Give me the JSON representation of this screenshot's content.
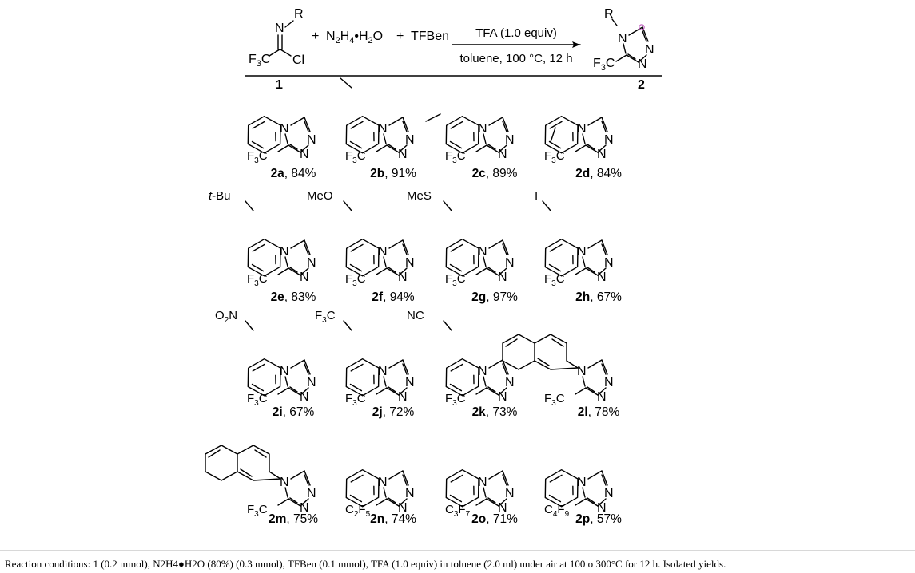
{
  "equation": {
    "reagent_name": "TFBen",
    "conditions_above": "TFA (1.0 equiv)",
    "conditions_below": "toluene, 100 °C, 12 h",
    "start_label": "1",
    "product_label": "2"
  },
  "compounds": [
    {
      "id": "2a",
      "yield": "84%"
    },
    {
      "id": "2b",
      "yield": "91%"
    },
    {
      "id": "2c",
      "yield": "89%"
    },
    {
      "id": "2d",
      "yield": "84%"
    },
    {
      "id": "2e",
      "yield": "83%"
    },
    {
      "id": "2f",
      "yield": "94%"
    },
    {
      "id": "2g",
      "yield": "97%"
    },
    {
      "id": "2h",
      "yield": "67%"
    },
    {
      "id": "2i",
      "yield": "67%"
    },
    {
      "id": "2j",
      "yield": "72%"
    },
    {
      "id": "2k",
      "yield": "73%"
    },
    {
      "id": "2l",
      "yield": "78%"
    },
    {
      "id": "2m",
      "yield": "75%"
    },
    {
      "id": "2n",
      "yield": "74%"
    },
    {
      "id": "2o",
      "yield": "71%"
    },
    {
      "id": "2p",
      "yield": "57%"
    }
  ],
  "substituents": {
    "2e": "t-Bu",
    "2f": "MeO",
    "2g": "MeS",
    "2h": "I",
    "2k": "NC"
  },
  "footnote": "Reaction conditions: 1 (0.2 mmol), N2H4●H2O (80%) (0.3 mmol), TFBen (0.1 mmol), TFA (1.0 equiv) in toluene (2.0 ml) under air at 100 o 300°C for 12 h. Isolated yields."
}
